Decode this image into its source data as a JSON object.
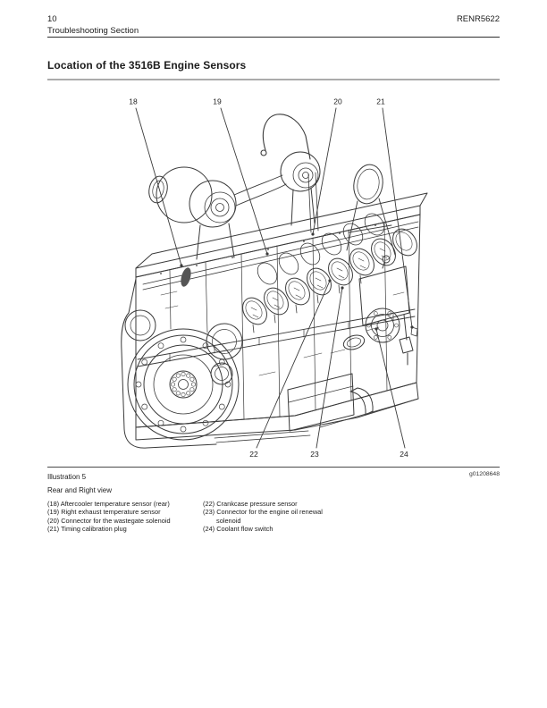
{
  "page": {
    "page_number": "10",
    "section_title": "Troubleshooting Section",
    "doc_number": "RENR5622",
    "heading": "Location of the 3516B Engine Sensors"
  },
  "figure": {
    "caption_label": "Illustration 5",
    "image_code": "g01208648",
    "view_caption": "Rear and Right view",
    "callouts_top": [
      "18",
      "19",
      "20",
      "21"
    ],
    "callouts_bottom": [
      "22",
      "23",
      "24"
    ],
    "legend_left": [
      "(18) Aftercooler temperature sensor (rear)",
      "(19) Right exhaust temperature sensor",
      "(20) Connector for the wastegate solenoid",
      "(21) Timing calibration plug"
    ],
    "legend_right": [
      {
        "line1": "(22) Crankcase pressure sensor"
      },
      {
        "line1": "(23) Connector for the engine oil renewal",
        "line2": "solenoid"
      },
      {
        "line1": "(24) Coolant flow switch"
      }
    ]
  },
  "colors": {
    "text": "#1c1c1c",
    "rule_dark": "#2e2e2e",
    "rule_gray": "#ababab",
    "line_art": "#3a3a3a"
  }
}
